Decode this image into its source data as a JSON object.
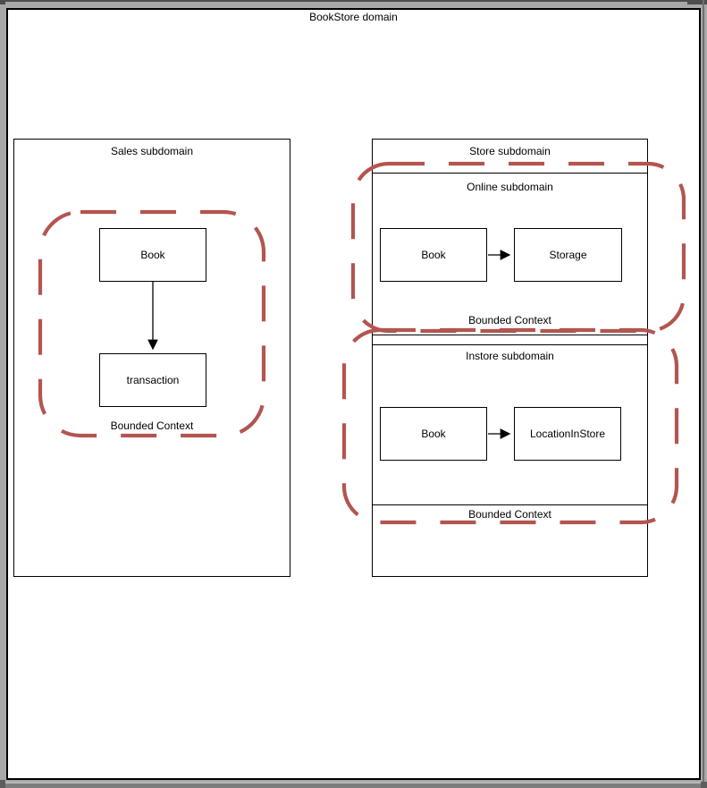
{
  "colors": {
    "canvas_bg": "#a8a8a8",
    "page_bg": "#ffffff",
    "page_border": "#000000",
    "shape_border": "#000000",
    "bounded_context_stroke": "#b35550",
    "arrow": "#000000"
  },
  "diagram": {
    "title": "BookStore domain",
    "sales": {
      "title": "Sales subdomain",
      "book_label": "Book",
      "transaction_label": "transaction",
      "bounded_context_label": "Bounded Context"
    },
    "store": {
      "title": "Store subdomain",
      "online": {
        "title": "Online subdomain",
        "book_label": "Book",
        "storage_label": "Storage",
        "bounded_context_label": "Bounded Context"
      },
      "instore": {
        "title": "Instore subdomain",
        "book_label": "Book",
        "location_label": "LocationInStore",
        "bounded_context_label": "Bounded Context"
      }
    }
  }
}
